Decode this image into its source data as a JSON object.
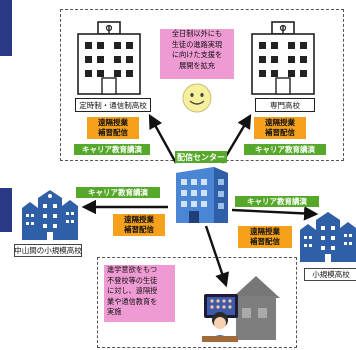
{
  "nodes": {
    "center": "配信センター",
    "part_time_school": "定時制・通信制高校",
    "vocational_school": "専門高校",
    "mountain_school": "中山間の小規模高校",
    "small_school": "小規模高校"
  },
  "badges": {
    "remote_class": "遠隔授業\n補習配信",
    "career_class": "キャリア教育講演"
  },
  "notes": {
    "top_note": "全日制以外にも\n生徒の進路実現\nに向けた支援を\n展開を拡充",
    "bottom_note": "進学意欲をもつ\n不登校等の生徒\nに対し、遠隔授\n業や通信教育を\n実施"
  },
  "colors": {
    "orange": "#f5a11c",
    "green": "#56a82a",
    "pink": "#ef9bd3",
    "navy": "#2b3a87",
    "building_blue": "#3d75c4"
  }
}
